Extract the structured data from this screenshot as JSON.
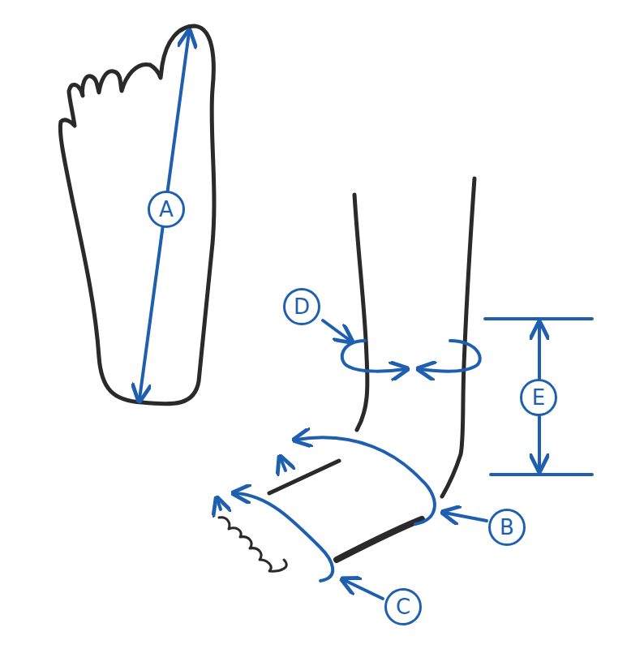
{
  "diagram": {
    "nodes": [
      {
        "text": [
          "A"
        ]
      },
      {
        "text": [
          "D"
        ]
      },
      {
        "text": [
          "E"
        ]
      },
      {
        "text": [
          "B"
        ]
      },
      {
        "text": [
          "C"
        ]
      }
    ]
  }
}
